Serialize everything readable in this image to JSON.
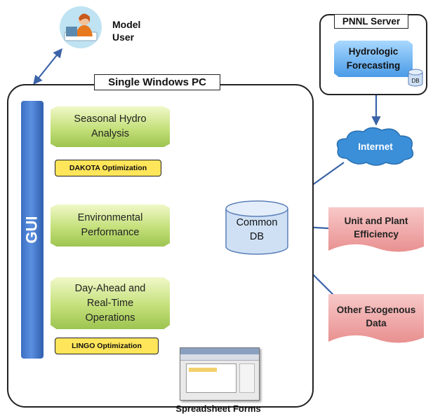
{
  "user": {
    "label_line1": "Model",
    "label_line2": "User",
    "icon": "person-at-computer-icon"
  },
  "pc": {
    "title": "Single Windows PC"
  },
  "gui": {
    "label": "GUI"
  },
  "modules": {
    "seasonal": "Seasonal Hydro Analysis",
    "environmental": "Environmental Performance",
    "dayahead": "Day-Ahead and Real-Time Operations"
  },
  "optimizers": {
    "dakota": "DAKOTA Optimization",
    "lingo": "LINGO Optimization"
  },
  "db": {
    "label_line1": "Common",
    "label_line2": "DB"
  },
  "spreadsheet": {
    "label": "Spreadsheet Forms"
  },
  "server": {
    "title": "PNNL Server",
    "module": "Hydrologic Forecasting",
    "db_label": "DB"
  },
  "internet": {
    "label": "Internet"
  },
  "inputs": {
    "efficiency": "Unit and Plant Efficiency",
    "exogenous": "Other Exogenous Data"
  },
  "colors": {
    "arrow": "#3b63a8",
    "gui": "#3a6fc2",
    "module": "#b5d66a",
    "optimizer": "#ffe55a",
    "input": "#ea9a9a",
    "internet": "#3a8fd8",
    "db": "#cfe0f5"
  }
}
